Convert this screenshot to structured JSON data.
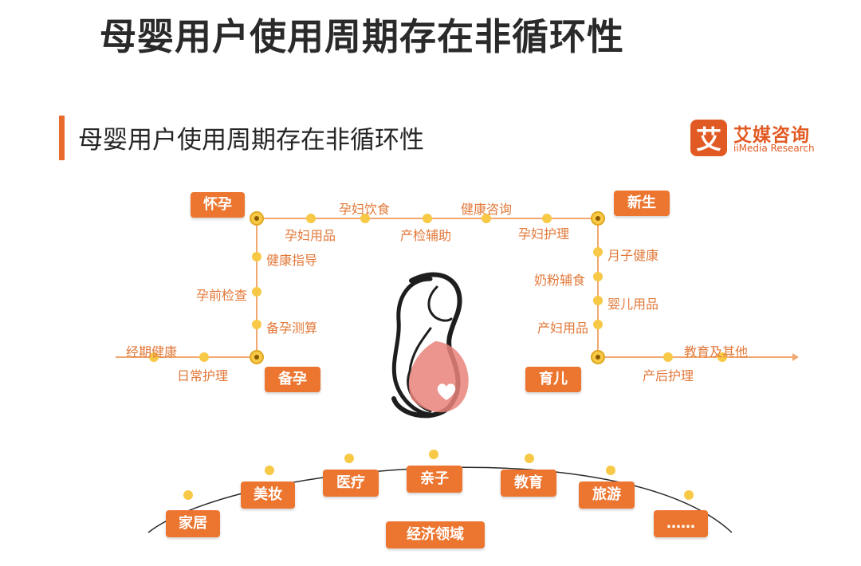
{
  "page_title": "母婴用户使用周期存在非循环性",
  "section_title": "母婴用户使用周期存在非循环性",
  "logo": {
    "badge": "艾",
    "name_cn": "艾媒咨询",
    "name_en": "iiMedia Research"
  },
  "stages": {
    "pregnancy": "怀孕",
    "newborn": "新生",
    "prepare": "备孕",
    "childcare": "育儿"
  },
  "top_path": [
    "孕妇用品",
    "孕妇饮食",
    "产检辅助",
    "健康咨询",
    "孕妇护理"
  ],
  "left_path": [
    "健康指导",
    "孕前检查",
    "备孕测算"
  ],
  "right_path": [
    "月子健康",
    "奶粉辅食",
    "婴儿用品",
    "产妇用品"
  ],
  "left_entry": [
    "经期健康",
    "日常护理"
  ],
  "right_exit": [
    "产后护理",
    "教育及其他"
  ],
  "domains": {
    "items": [
      "家居",
      "美妆",
      "医疗",
      "亲子",
      "教育",
      "旅游",
      "……"
    ],
    "center": "经济领域"
  },
  "colors": {
    "accent": "#ec7630",
    "dot": "#f7c947",
    "line": "#f0a870",
    "label": "#e2793a"
  }
}
